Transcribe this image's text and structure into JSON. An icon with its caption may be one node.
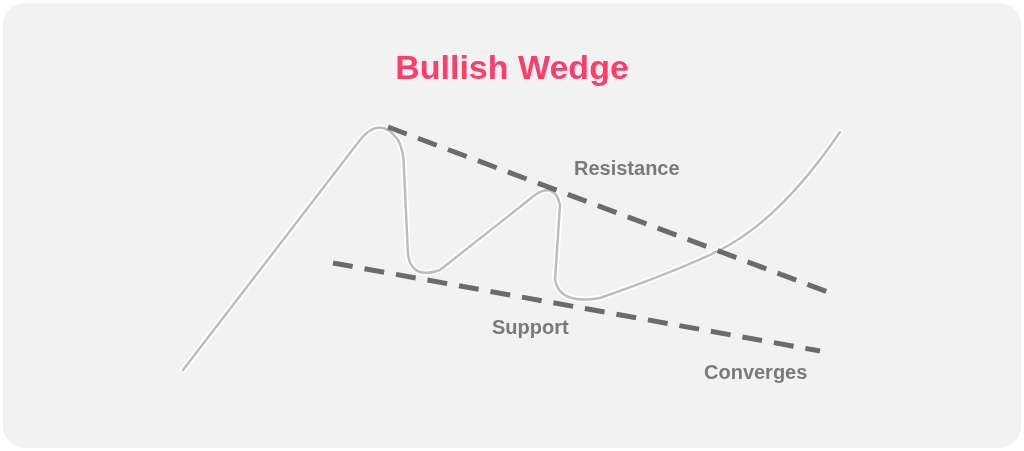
{
  "diagram": {
    "title": "Bullish Wedge",
    "labels": [
      "Resistance",
      "Support",
      "Converges"
    ]
  }
}
